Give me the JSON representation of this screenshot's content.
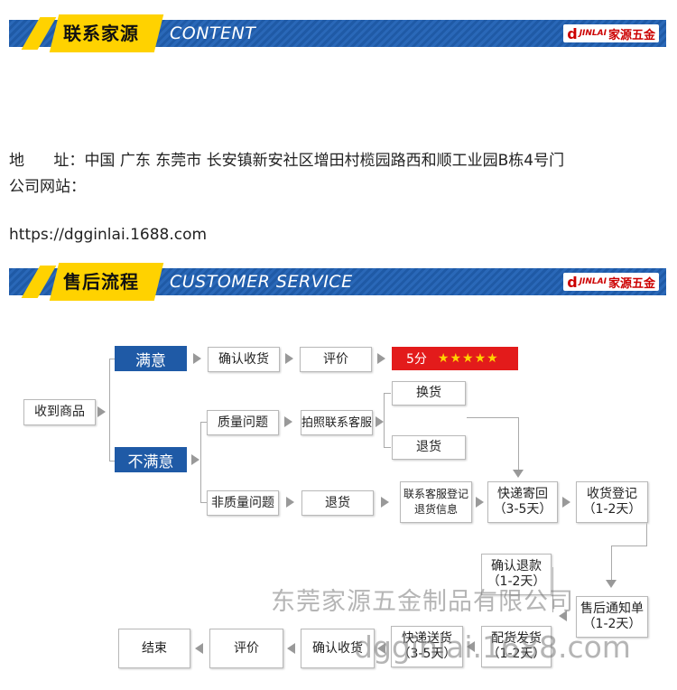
{
  "contact_banner": {
    "title_cn": "联系家源",
    "title_en": "CONTENT",
    "logo_text": "家源五金",
    "logo_brand": "JINLAI"
  },
  "contact": {
    "address_label": "地      址：",
    "address_value": "中国 广东 东莞市 长安镇新安社区增田村榄园路西和顺工业园B栋4号门",
    "website_label": "公司网站：",
    "website_url": "https://dgginlai.1688.com"
  },
  "service_banner": {
    "title_cn": "售后流程",
    "title_en": "CUSTOMER SERVICE",
    "logo_text": "家源五金",
    "logo_brand": "JINLAI"
  },
  "flow": {
    "receive": "收到商品",
    "satisfied": "满意",
    "unsatisfied": "不满意",
    "confirm_receipt": "确认收货",
    "review": "评价",
    "rating": "5分",
    "stars": "★★★★★",
    "quality_issue": "质量问题",
    "photo_contact": "拍照联系客服",
    "exchange": "换货",
    "return_goods": "退货",
    "non_quality_issue": "非质量问题",
    "return_goods2": "退货",
    "contact_register_1": "联系客服登记",
    "contact_register_2": "退货信息",
    "express_back_1": "快递寄回",
    "express_back_2": "（3-5天）",
    "receipt_register_1": "收货登记",
    "receipt_register_2": "（1-2天）",
    "confirm_refund_1": "确认退款",
    "confirm_refund_2": "（1-2天）",
    "after_sales_1": "售后通知单",
    "after_sales_2": "（1-2天）",
    "reship_1": "配货发货",
    "reship_2": "（1-2天）",
    "express_delivery_1": "快递送货",
    "express_delivery_2": "（3-5天）",
    "confirm_receipt2": "确认收货",
    "review2": "评价",
    "end": "结束"
  },
  "watermark": {
    "company": "东莞家源五金制品有限公司",
    "site": "dgginlai.1688.com"
  },
  "colors": {
    "banner_blue": "#1f5aa6",
    "tag_yellow": "#ffd200",
    "rating_red": "#e31b1b",
    "star_yellow": "#ffd200"
  }
}
